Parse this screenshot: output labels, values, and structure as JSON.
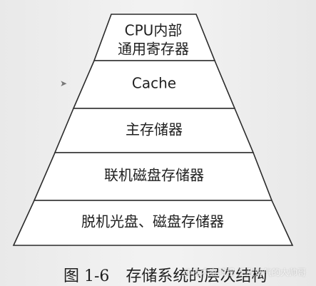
{
  "figure": {
    "levels": [
      {
        "lines": [
          "CPU内部",
          "通用寄存器"
        ]
      },
      {
        "lines": [
          "Cache"
        ]
      },
      {
        "lines": [
          "主存储器"
        ]
      },
      {
        "lines": [
          "联机磁盘存储器"
        ]
      },
      {
        "lines": [
          "脱机光盘、磁盘存储器"
        ]
      }
    ],
    "caption_number": "图 1-6",
    "caption_title": "存储系统的层次结构"
  },
  "watermark": "@技术家鸿程 无敌帅气的大帅哥",
  "colors": {
    "background": "#efefef",
    "fill": "#ffffff",
    "stroke": "#2a2a2a",
    "text": "#1f1f1f"
  }
}
